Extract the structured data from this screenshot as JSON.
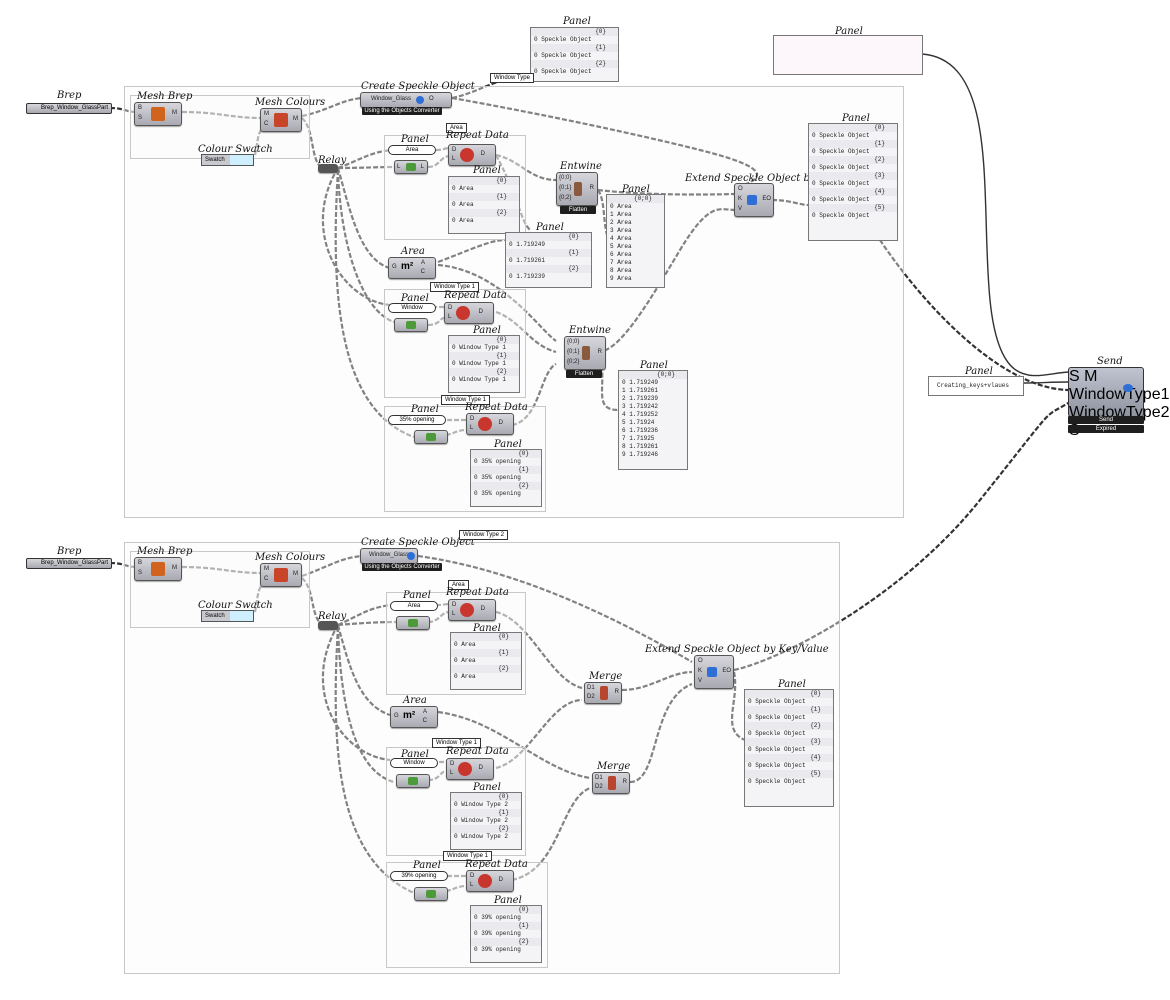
{
  "brep_label": "Brep",
  "brep_param": "Brep_Window_GlassPart",
  "mesh_brep": "Mesh Brep",
  "mesh_colours": "Mesh Colours",
  "colour_swatch": "Colour Swatch",
  "swatch": "Swatch",
  "relay": "Relay",
  "create_speckle": "Create Speckle Object",
  "window_glass": "Window_Glass",
  "using_converter": "Using the Objects Converter",
  "panel": "Panel",
  "repeat_data": "Repeat Data",
  "area": "Area",
  "entwine": "Entwine",
  "flatten": "Flatten",
  "merge": "Merge",
  "extend_speckle": "Extend Speckle Object by Key/Value",
  "extend_speckle_top": "Extend Speckle Object by Key/V",
  "send": "Send",
  "expired": "Expired",
  "window_type": "Window Type",
  "window_type_1": "Window Type 1",
  "window_type_2": "Window Type 2",
  "area_tag": "Area",
  "opening_35": "35% opening",
  "opening_39": "39% opening",
  "creating_kv": "Creating_keys+vlaues",
  "window_input": "Window",
  "send_inputs": {
    "s": "S",
    "m": "M",
    "wt1": "WindowType1",
    "wt2": "WindowType2",
    "out": "S"
  },
  "speckle_top_panel": [
    "{0}",
    "0 Speckle Object",
    "{1}",
    "0 Speckle Object",
    "{2}",
    "0 Speckle Object"
  ],
  "area_panel": [
    "{0}",
    "0 Area",
    "{1}",
    "0 Area",
    "{2}",
    "0 Area"
  ],
  "area_values_panel": [
    "{0}",
    "0 1.719249",
    "{1}",
    "0 1.719261",
    "{2}",
    "0 1.719239"
  ],
  "wt1_panel": [
    "{0}",
    "0 Window Type 1",
    "{1}",
    "0 Window Type 1",
    "{2}",
    "0 Window Type 1"
  ],
  "wt2_panel": [
    "{0}",
    "0 Window Type 2",
    "{1}",
    "0 Window Type 2",
    "{2}",
    "0 Window Type 2"
  ],
  "open35_panel": [
    "{0}",
    "0 35% opening",
    "{1}",
    "0 35% opening",
    "{2}",
    "0 35% opening"
  ],
  "open39_panel": [
    "{0}",
    "0 39% opening",
    "{1}",
    "0 39% opening",
    "{2}",
    "0 39% opening"
  ],
  "flat_area_panel": [
    "{0;0}",
    "0 Area",
    "1 Area",
    "2 Area",
    "3 Area",
    "4 Area",
    "5 Area",
    "6 Area",
    "7 Area",
    "8 Area",
    "9 Area"
  ],
  "flat_values_panel": [
    "{0;0}",
    "0 1.719249",
    "1 1.719261",
    "2 1.719239",
    "3 1.719242",
    "4 1.719252",
    "5 1.71924",
    "6 1.719236",
    "7 1.71925",
    "8 1.719261",
    "9 1.719246"
  ],
  "speckle_big_panel": [
    "{0}",
    "0 Speckle Object",
    "{1}",
    "0 Speckle Object",
    "{2}",
    "0 Speckle Object",
    "{3}",
    "0 Speckle Object",
    "{4}",
    "0 Speckle Object",
    "{5}",
    "0 Speckle Object"
  ],
  "entwine_ports": [
    "{0;0}",
    "{0;1}",
    "{0;2}"
  ]
}
